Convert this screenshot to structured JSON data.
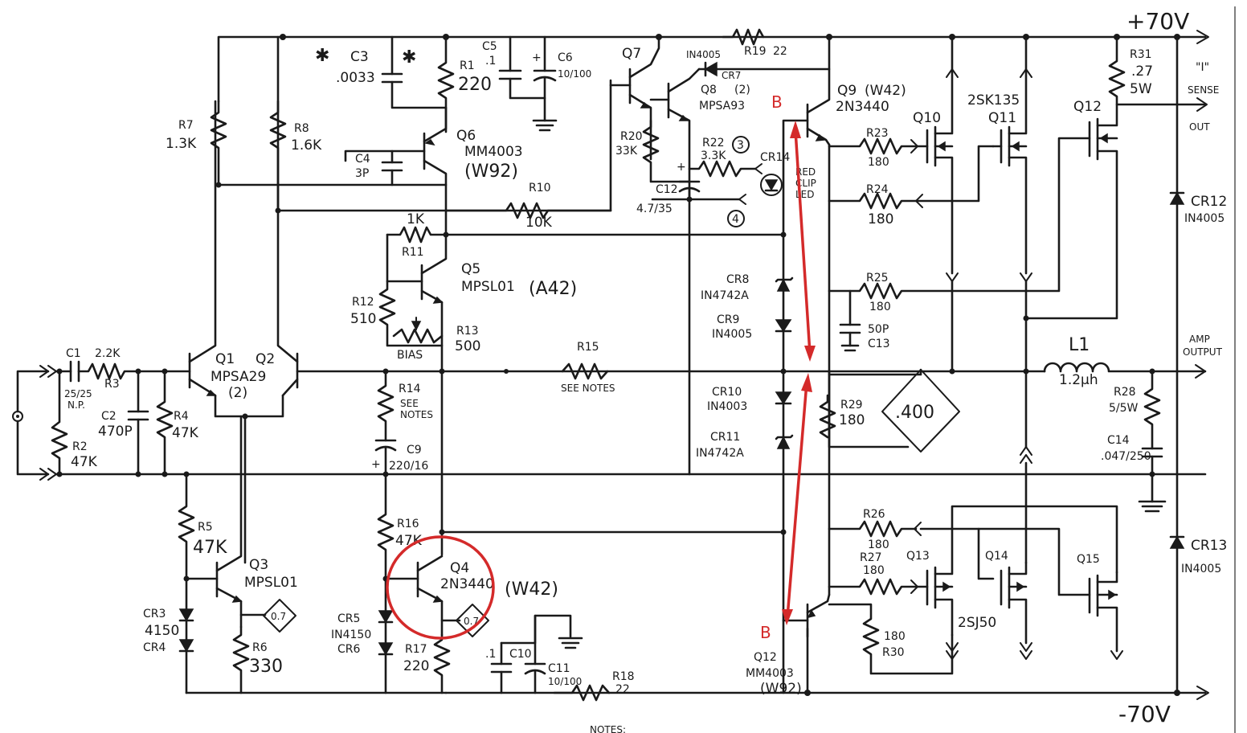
{
  "rails": {
    "positive": "+70V",
    "negative": "-70V"
  },
  "components": {
    "r1": {
      "name": "R1",
      "value": "220"
    },
    "r2": {
      "name": "R2",
      "value": "47K"
    },
    "r3": {
      "name": "R3",
      "value": "2.2K"
    },
    "r4": {
      "name": "R4",
      "value": "47K"
    },
    "r5": {
      "name": "R5",
      "value": "47K"
    },
    "r6": {
      "name": "R6",
      "value": "330"
    },
    "r7": {
      "name": "R7",
      "value": "1.3K"
    },
    "r8": {
      "name": "R8",
      "value": "1.6K"
    },
    "r10": {
      "name": "R10",
      "value": "10K"
    },
    "r11": {
      "name": "R11",
      "value": "1K"
    },
    "r12": {
      "name": "R12",
      "value": "510"
    },
    "r13": {
      "name": "R13",
      "value": "500"
    },
    "r14": {
      "name": "R14",
      "value1": "SEE",
      "value2": "NOTES"
    },
    "r15": {
      "name": "R15",
      "value": "SEE NOTES"
    },
    "r16": {
      "name": "R16",
      "value": "47K"
    },
    "r17": {
      "name": "R17",
      "value": "220"
    },
    "r18": {
      "name": "R18",
      "value": "22"
    },
    "r19": {
      "name": "R19",
      "value": "22"
    },
    "r20": {
      "name": "R20",
      "value": "33K"
    },
    "r22": {
      "name": "R22",
      "value": "3.3K"
    },
    "r23": {
      "name": "R23",
      "value": "180"
    },
    "r24": {
      "name": "R24",
      "value": "180"
    },
    "r25": {
      "name": "R25",
      "value": "180"
    },
    "r26": {
      "name": "R26",
      "value": "180"
    },
    "r27": {
      "name": "R27",
      "value": "180"
    },
    "r28": {
      "name": "R28",
      "value": "5/5W"
    },
    "r29": {
      "name": "R29",
      "value": "180"
    },
    "r30": {
      "name": "R30",
      "value": "180"
    },
    "r31": {
      "name": "R31",
      "value": ".27",
      "value2": "5W"
    },
    "c1": {
      "name": "C1",
      "value": "25/25",
      "value2": "N.P."
    },
    "c2": {
      "name": "C2",
      "value": "470P"
    },
    "c3": {
      "name": "C3",
      "value": ".0033"
    },
    "c4": {
      "name": "C4",
      "value": "3P"
    },
    "c5": {
      "name": "C5",
      "value": ".1"
    },
    "c6": {
      "name": "C6",
      "value": "10/100"
    },
    "c9": {
      "name": "C9",
      "value": "220/16"
    },
    "c10": {
      "name": "C10"
    },
    "c11": {
      "name": "C11",
      "value": "10/100"
    },
    "c11b": {
      "value": ".1"
    },
    "c12": {
      "name": "C12",
      "value": "4.7/35"
    },
    "c13": {
      "name": "C13",
      "value": "50P"
    },
    "c14": {
      "name": "C14",
      "value": ".047/250"
    },
    "l1": {
      "name": "L1",
      "value": "1.2µh"
    },
    "q1q2": {
      "name1": "Q1",
      "name2": "Q2",
      "type": "MPSA29",
      "count": "(2)"
    },
    "q3": {
      "name": "Q3",
      "type": "MPSL01"
    },
    "q4": {
      "name": "Q4",
      "type": "2N3440",
      "marking": "(W42)"
    },
    "q5": {
      "name": "Q5",
      "type": "MPSL01",
      "marking": "(A42)"
    },
    "q6": {
      "name": "Q6",
      "type": "MM4003",
      "marking": "(W92)"
    },
    "q7": {
      "name": "Q7"
    },
    "q8": {
      "name": "Q8",
      "count": "(2)",
      "type": "MPSA93"
    },
    "q9": {
      "name": "Q9",
      "marking": "(W42)",
      "type": "2N3440"
    },
    "q10": {
      "name": "Q10"
    },
    "q11": {
      "name": "Q11",
      "type": "2SK135"
    },
    "q12": {
      "name": "Q12"
    },
    "q12b": {
      "name": "Q12",
      "type": "MM4003",
      "marking": "(W92)"
    },
    "q13": {
      "name": "Q13"
    },
    "q14": {
      "name": "Q14",
      "type": "2SJ50"
    },
    "q15": {
      "name": "Q15"
    },
    "cr3cr4": {
      "name1": "CR3",
      "value": "4150",
      "name2": "CR4"
    },
    "cr5cr6": {
      "name1": "CR5",
      "value": "IN4150",
      "name2": "CR6"
    },
    "cr7": {
      "name": "CR7",
      "type": "IN4005"
    },
    "cr8": {
      "name": "CR8",
      "type": "IN4742A"
    },
    "cr9": {
      "name": "CR9",
      "type": "IN4005"
    },
    "cr10": {
      "name": "CR10",
      "type": "IN4003"
    },
    "cr11": {
      "name": "CR11",
      "type": "IN4742A"
    },
    "cr12": {
      "name": "CR12",
      "type": "IN4005"
    },
    "cr13": {
      "name": "CR13",
      "type": "IN4005"
    },
    "cr14": {
      "name": "CR14",
      "l1": "RED",
      "l2": "CLIP",
      "l3": "LED"
    }
  },
  "labels": {
    "bias": "BIAS",
    "i_sense_1": "\"I\"",
    "i_sense_2": "SENSE",
    "i_sense_3": "OUT",
    "amp_output_1": "AMP",
    "amp_output_2": "OUTPUT",
    "node3": "3",
    "node4": "4",
    "box400": ".400",
    "box07a": "0.7",
    "box07b": "0.7",
    "notes": "NOTES:"
  },
  "annotations": {
    "marker_b_top": "B",
    "marker_b_bottom": "B"
  }
}
